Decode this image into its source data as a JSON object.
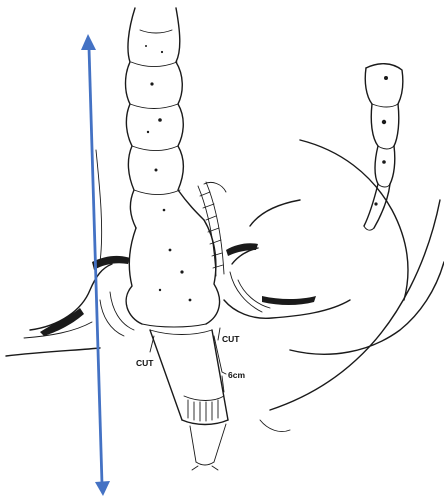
{
  "diagram": {
    "labels": {
      "cut_left": "CUT",
      "cut_right": "CUT",
      "length": "6cm"
    },
    "colors": {
      "line_art": "#1a1a1a",
      "arrow": "#4472c4",
      "background": "#ffffff"
    },
    "arrow": {
      "style": "double-headed",
      "color_name": "blue"
    }
  }
}
